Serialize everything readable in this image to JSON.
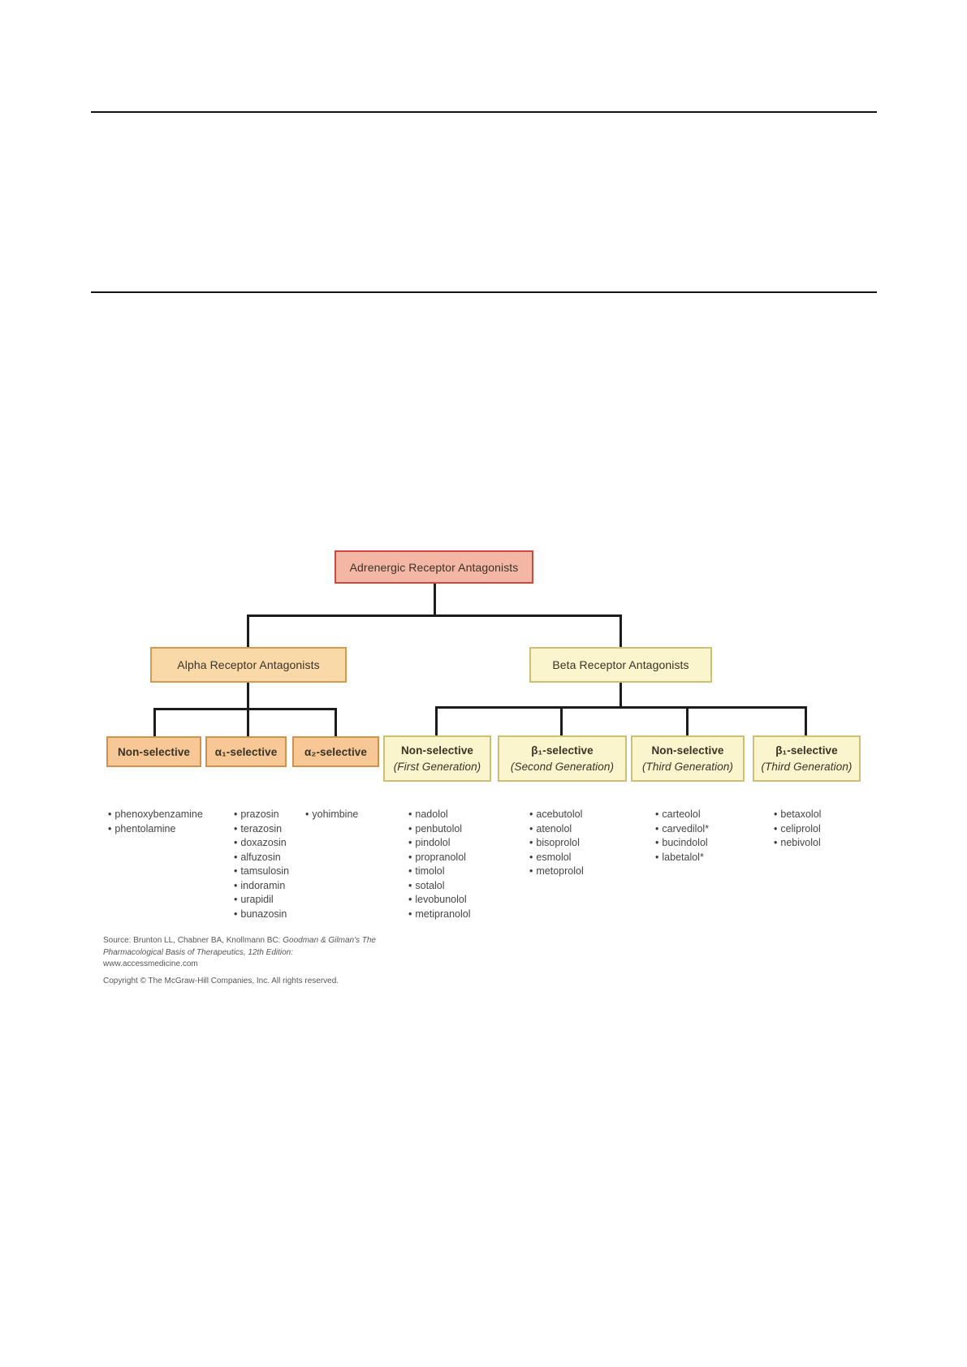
{
  "figure": {
    "root": {
      "label": "Adrenergic Receptor Antagonists"
    },
    "alpha": {
      "label": "Alpha Receptor Antagonists",
      "children": [
        {
          "label": "Non-selective"
        },
        {
          "label": "α₁-selective"
        },
        {
          "label": "α₂-selective"
        }
      ]
    },
    "beta": {
      "label": "Beta Receptor Antagonists",
      "children": [
        {
          "label": "Non-selective",
          "generation": "(First Generation)"
        },
        {
          "label": "β₁-selective",
          "generation": "(Second Generation)"
        },
        {
          "label": "Non-selective",
          "generation": "(Third Generation)"
        },
        {
          "label": "β₁-selective",
          "generation": "(Third Generation)"
        }
      ]
    },
    "drug_columns": [
      {
        "group": "alpha-non-selective",
        "drugs": [
          "phenoxybenzamine",
          "phentolamine"
        ]
      },
      {
        "group": "alpha1-selective",
        "drugs": [
          "prazosin",
          "terazosin",
          "doxazosin",
          "alfuzosin",
          "tamsulosin",
          "indoramin",
          "urapidil",
          "bunazosin"
        ]
      },
      {
        "group": "alpha2-selective",
        "drugs": [
          "yohimbine"
        ]
      },
      {
        "group": "beta-non-selective-first-generation",
        "drugs": [
          "nadolol",
          "penbutolol",
          "pindolol",
          "propranolol",
          "timolol",
          "sotalol",
          "levobunolol",
          "metipranolol"
        ]
      },
      {
        "group": "beta1-selective-second-generation",
        "drugs": [
          "acebutolol",
          "atenolol",
          "bisoprolol",
          "esmolol",
          "metoprolol"
        ]
      },
      {
        "group": "beta-non-selective-third-generation",
        "drugs": [
          "carteolol",
          "carvedilol*",
          "bucindolol",
          "labetalol*"
        ]
      },
      {
        "group": "beta1-selective-third-generation",
        "drugs": [
          "betaxolol",
          "celiprolol",
          "nebivolol"
        ]
      }
    ],
    "source": {
      "prefix": "Source: Brunton LL, Chabner BA, Knollmann BC: ",
      "citation_italic": "Goodman & Gilman's The Pharmacological Basis of Therapeutics, 12th Edition:",
      "url": "www.accessmedicine.com",
      "copyright": "Copyright © The McGraw-Hill Companies, Inc. All rights reserved."
    },
    "colors": {
      "root_fill": "#F5B7A5",
      "root_border": "#CE4A3F",
      "alpha_fill": "#F9D9A8",
      "alpha_border": "#D49A50",
      "alpha_child_fill": "#F7C795",
      "alpha_child_border": "#D2914B",
      "beta_fill": "#FAF5CC",
      "beta_border": "#CDBF73",
      "connector": "#1C1C1C"
    }
  }
}
